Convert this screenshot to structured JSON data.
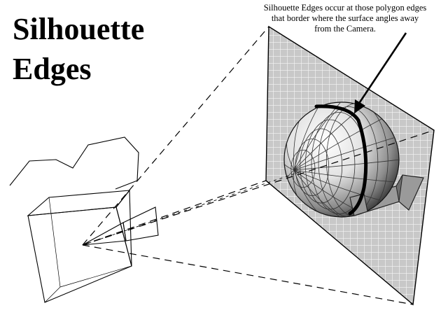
{
  "title": {
    "line1": "Silhouette",
    "line2": "Edges"
  },
  "annotation": {
    "lines": [
      "Silhouette Edges occur at those polygon edges",
      "that border where the surface angles away",
      "from the Camera."
    ]
  },
  "colors": {
    "ink": "#000000",
    "plane_fill": "#c8c8c8",
    "plane_grid": "#f4f4f4",
    "sphere_light": "#ffffff",
    "sphere_dark": "#3a3a3a",
    "arrow_fill": "#9a9a9a"
  }
}
